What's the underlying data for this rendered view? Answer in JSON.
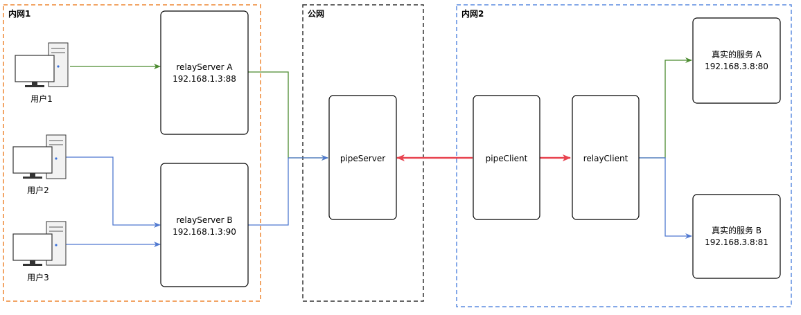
{
  "colors": {
    "zone1_border": "#ED8733",
    "public_border": "#333333",
    "zone2_border": "#5B8BE0",
    "green": "#4B8A2F",
    "blue": "#4F78D0",
    "red": "#E84450",
    "box_border": "#000000"
  },
  "zones": {
    "intranet1": "内网1",
    "public": "公网",
    "intranet2": "内网2"
  },
  "users": [
    {
      "label": "用户1",
      "icon": "computer-icon"
    },
    {
      "label": "用户2",
      "icon": "computer-icon"
    },
    {
      "label": "用户3",
      "icon": "computer-icon"
    }
  ],
  "relay_a": {
    "name": "relayServer A",
    "addr": "192.168.1.3:88"
  },
  "relay_b": {
    "name": "relayServer B",
    "addr": "192.168.1.3:90"
  },
  "pipe_server": {
    "name": "pipeServer"
  },
  "pipe_client": {
    "name": "pipeClient"
  },
  "relay_client": {
    "name": "relayClient"
  },
  "service_a": {
    "name": "真实的服务 A",
    "addr": "192.168.3.8:80"
  },
  "service_b": {
    "name": "真实的服务 B",
    "addr": "192.168.3.8:81"
  }
}
